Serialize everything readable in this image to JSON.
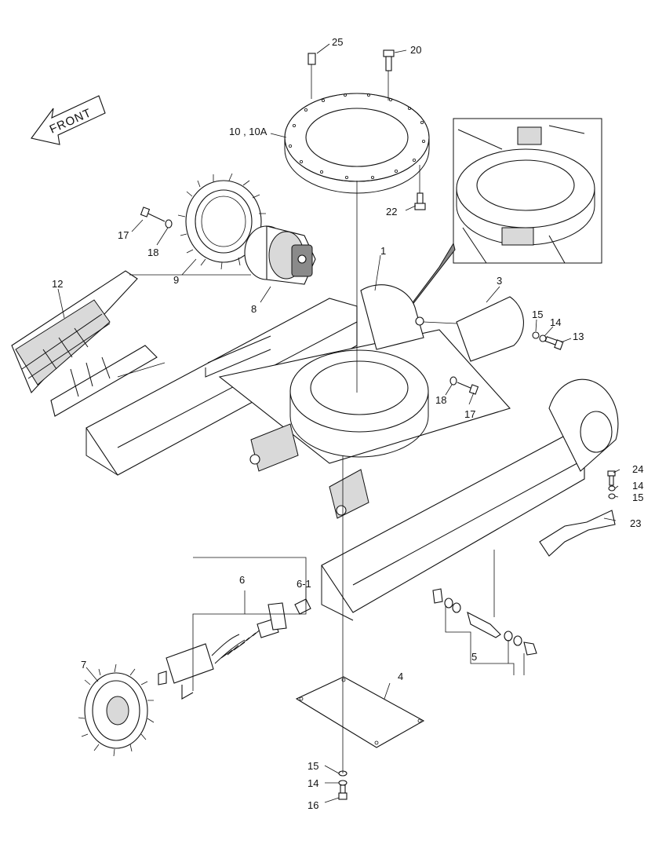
{
  "front_label": "FRONT",
  "callouts": {
    "c25": "25",
    "c20": "20",
    "c10": "10 , 10A",
    "c22": "22",
    "c17a": "17",
    "c18a": "18",
    "c9": "9",
    "c8": "8",
    "c1": "1",
    "c12": "12",
    "c3": "3",
    "c15a": "15",
    "c14a": "14",
    "c13": "13",
    "c18b": "18",
    "c17b": "17",
    "c24": "24",
    "c14b": "14",
    "c15b": "15",
    "c23": "23",
    "c6": "6",
    "c61": "6-1",
    "c7": "7",
    "c5": "5",
    "c4": "4",
    "c15c": "15",
    "c14c": "14",
    "c16": "16"
  }
}
